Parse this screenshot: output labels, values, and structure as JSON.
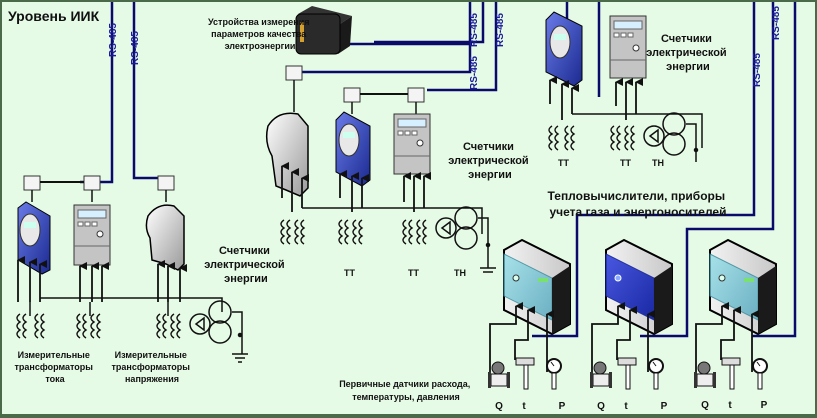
{
  "title": "Уровень ИИК",
  "bus_label": "RS-485",
  "labels": {
    "pq_device": [
      "Устройства измерения",
      "параметров качества",
      "электроэнергии"
    ],
    "meters_left": [
      "Счетчики",
      "электрической",
      "энергии"
    ],
    "meters_center": [
      "Счетчики",
      "электрической",
      "энергии"
    ],
    "meters_right": [
      "Счетчики",
      "электрической",
      "энергии"
    ],
    "heat_calc": [
      "Тепловычислители, приборы",
      "учета газа и энергоносителей"
    ],
    "ct_label": [
      "Измерительные",
      "трансформаторы",
      "тока"
    ],
    "vt_label": [
      "Измерительные",
      "трансформаторы",
      "напряжения"
    ],
    "sensors_label": [
      "Первичные датчики расхода,",
      "температуры, давления"
    ],
    "tt": "ТТ",
    "tn": "ТН",
    "sensor_q": "Q",
    "sensor_t": "t",
    "sensor_p": "P"
  },
  "colors": {
    "background": "#e6fbe6",
    "bus": "#0a0a6a",
    "wire": "#111111",
    "meter_blue": "#2a3aa8",
    "meter_gray": "#bdbdbd"
  }
}
